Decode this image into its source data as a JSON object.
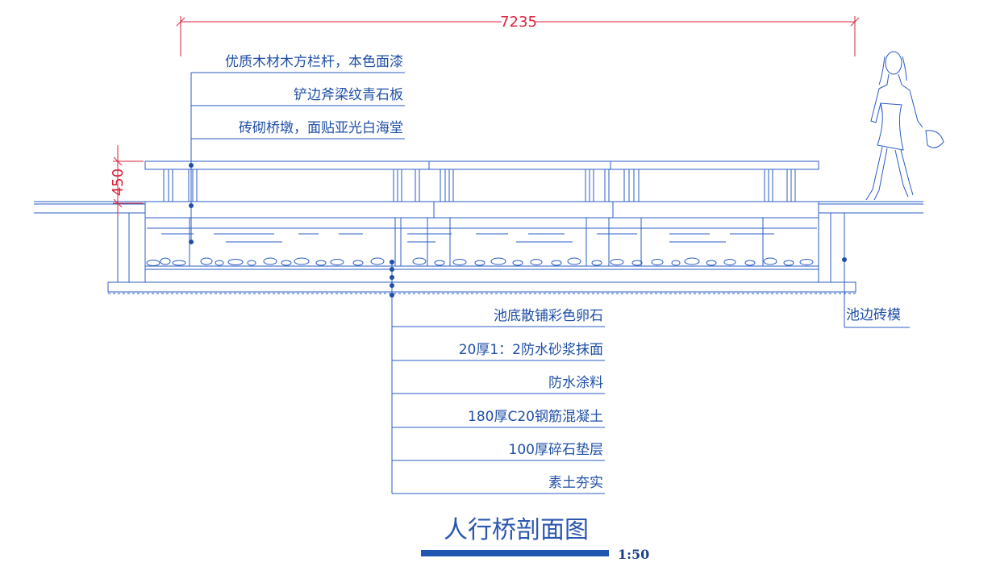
{
  "dimensions": {
    "overall_width": "7235",
    "railing_height": "450"
  },
  "labels_top": [
    "优质木材木方栏杆，本色面漆",
    "铲边斧梁纹青石板",
    "砖砌桥墩，面贴亚光白海堂"
  ],
  "labels_bottom": [
    "池底散铺彩色卵石",
    "20厚1：2防水砂浆抹面",
    "防水涂料",
    "180厚C20钢筋混凝土",
    "100厚碎石垫层",
    "素土夯实"
  ],
  "label_side": "池边砖模",
  "title": "人行桥剖面图",
  "scale": "1:50",
  "colors": {
    "line": "#2b5cc4",
    "dimension": "#d7263d",
    "text": "#1f4fa6"
  }
}
